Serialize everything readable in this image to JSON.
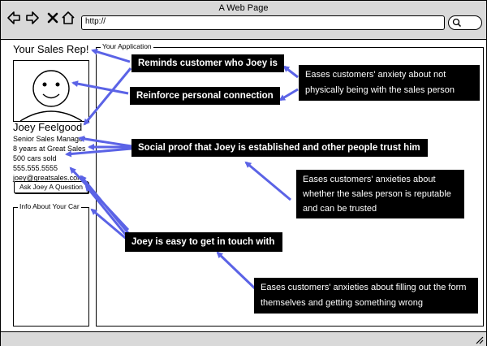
{
  "window": {
    "title": "A Web Page"
  },
  "browser": {
    "url": "http://"
  },
  "sidebar": {
    "title": "Your Sales Rep!",
    "name": "Joey Feelgood",
    "role": "Senior Sales Manager",
    "tenure": "8 years at Great Sales",
    "sold": "500 cars sold",
    "phone": "555.555.5555",
    "email": "joey@greatsales.com",
    "ask_button": "Ask Joey A Question",
    "car_panel_label": "Info About Your Car"
  },
  "main": {
    "app_label": "Your Application"
  },
  "callouts": {
    "reminds": "Reminds customer who Joey is",
    "eases_anxiety": "Eases customers' anxiety about not physically being with the sales person",
    "reinforce": "Reinforce personal connection",
    "social_proof": "Social proof that Joey is established and other people trust him",
    "reputable": "Eases customers' anxieties about whether the sales person is reputable and can be trusted",
    "contact": "Joey is easy to get in touch with",
    "form": "Eases customers' anxieties about filling out the form themselves and getting something wrong"
  },
  "colors": {
    "arrow": "#5b63e6",
    "callout_bg": "#000000",
    "chrome": "#d9d9d9"
  }
}
